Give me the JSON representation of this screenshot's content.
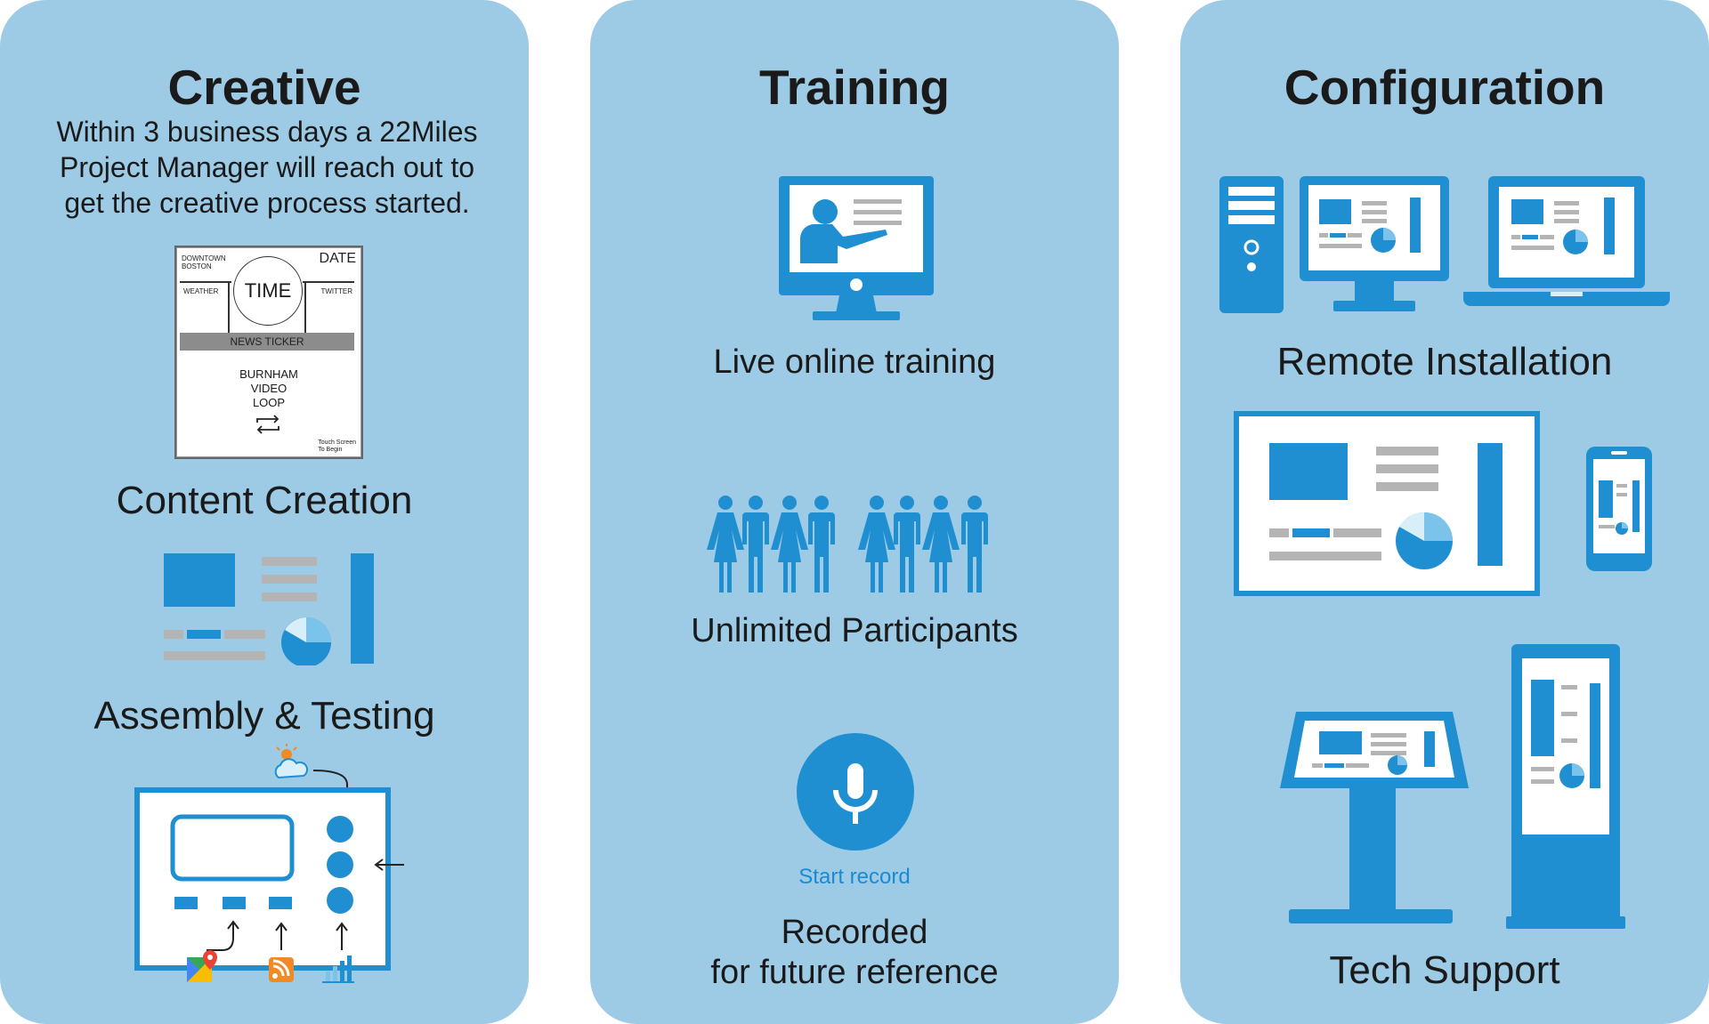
{
  "colors": {
    "panel_bg": "#9dcbe5",
    "accent_blue": "#1f8fd1",
    "gray": "#b4b4b4",
    "text": "#1a1a1a",
    "start_record": "#1a8ad4"
  },
  "creative": {
    "title": "Creative",
    "intro_lines": [
      "Within 3 business days a 22Miles",
      "Project Manager will reach out to",
      "get the creative process started."
    ],
    "mockup": {
      "location_line1": "DOWNTOWN",
      "location_line2": "BOSTON",
      "date": "DATE",
      "weather": "WEATHER",
      "time": "TIME",
      "twitter": "TWITTER",
      "ticker": "NEWS TICKER",
      "loop_line1": "BURNHAM",
      "loop_line2": "VIDEO",
      "loop_line3": "LOOP",
      "touch_line1": "Touch Screen",
      "touch_line2": "To Begin"
    },
    "content_creation": "Content Creation",
    "assembly_testing": "Assembly & Testing",
    "icons": [
      "layout-mockup-icon",
      "dashboard-layout-icon",
      "kiosk-wireframe-icon",
      "weather-icon",
      "maps-icon",
      "rss-icon",
      "chart-icon"
    ]
  },
  "training": {
    "title": "Training",
    "live": "Live online training",
    "unlimited": "Unlimited Participants",
    "start_record": "Start record",
    "recorded_line1": "Recorded",
    "recorded_line2": "for future reference",
    "icons": [
      "presentation-monitor-icon",
      "people-group-icon",
      "microphone-icon"
    ]
  },
  "configuration": {
    "title": "Configuration",
    "remote": "Remote Installation",
    "tech": "Tech Support",
    "icons": [
      "desktop-tower-icon",
      "monitor-icon",
      "laptop-icon",
      "large-display-icon",
      "phone-icon",
      "kiosk-stand-icon",
      "tall-kiosk-icon"
    ]
  }
}
